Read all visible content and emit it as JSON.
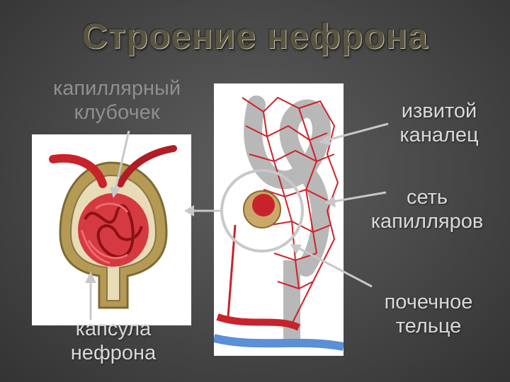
{
  "title": "Строение нефрона",
  "labels": {
    "glomerulus": [
      "капиллярный",
      "клубочек"
    ],
    "capsule": [
      "капсула",
      "нефрона"
    ],
    "tubule": [
      "извитой",
      "каналец"
    ],
    "network": [
      "сеть",
      "капилляров"
    ],
    "corpuscle": [
      "почечное",
      "тельце"
    ]
  },
  "colors": {
    "background": "#474747",
    "capillary_red": "#c8232b",
    "capsule_olive": "#a08a45",
    "vein_blue": "#5b8fd6",
    "arrow": "#c8c8c8"
  }
}
